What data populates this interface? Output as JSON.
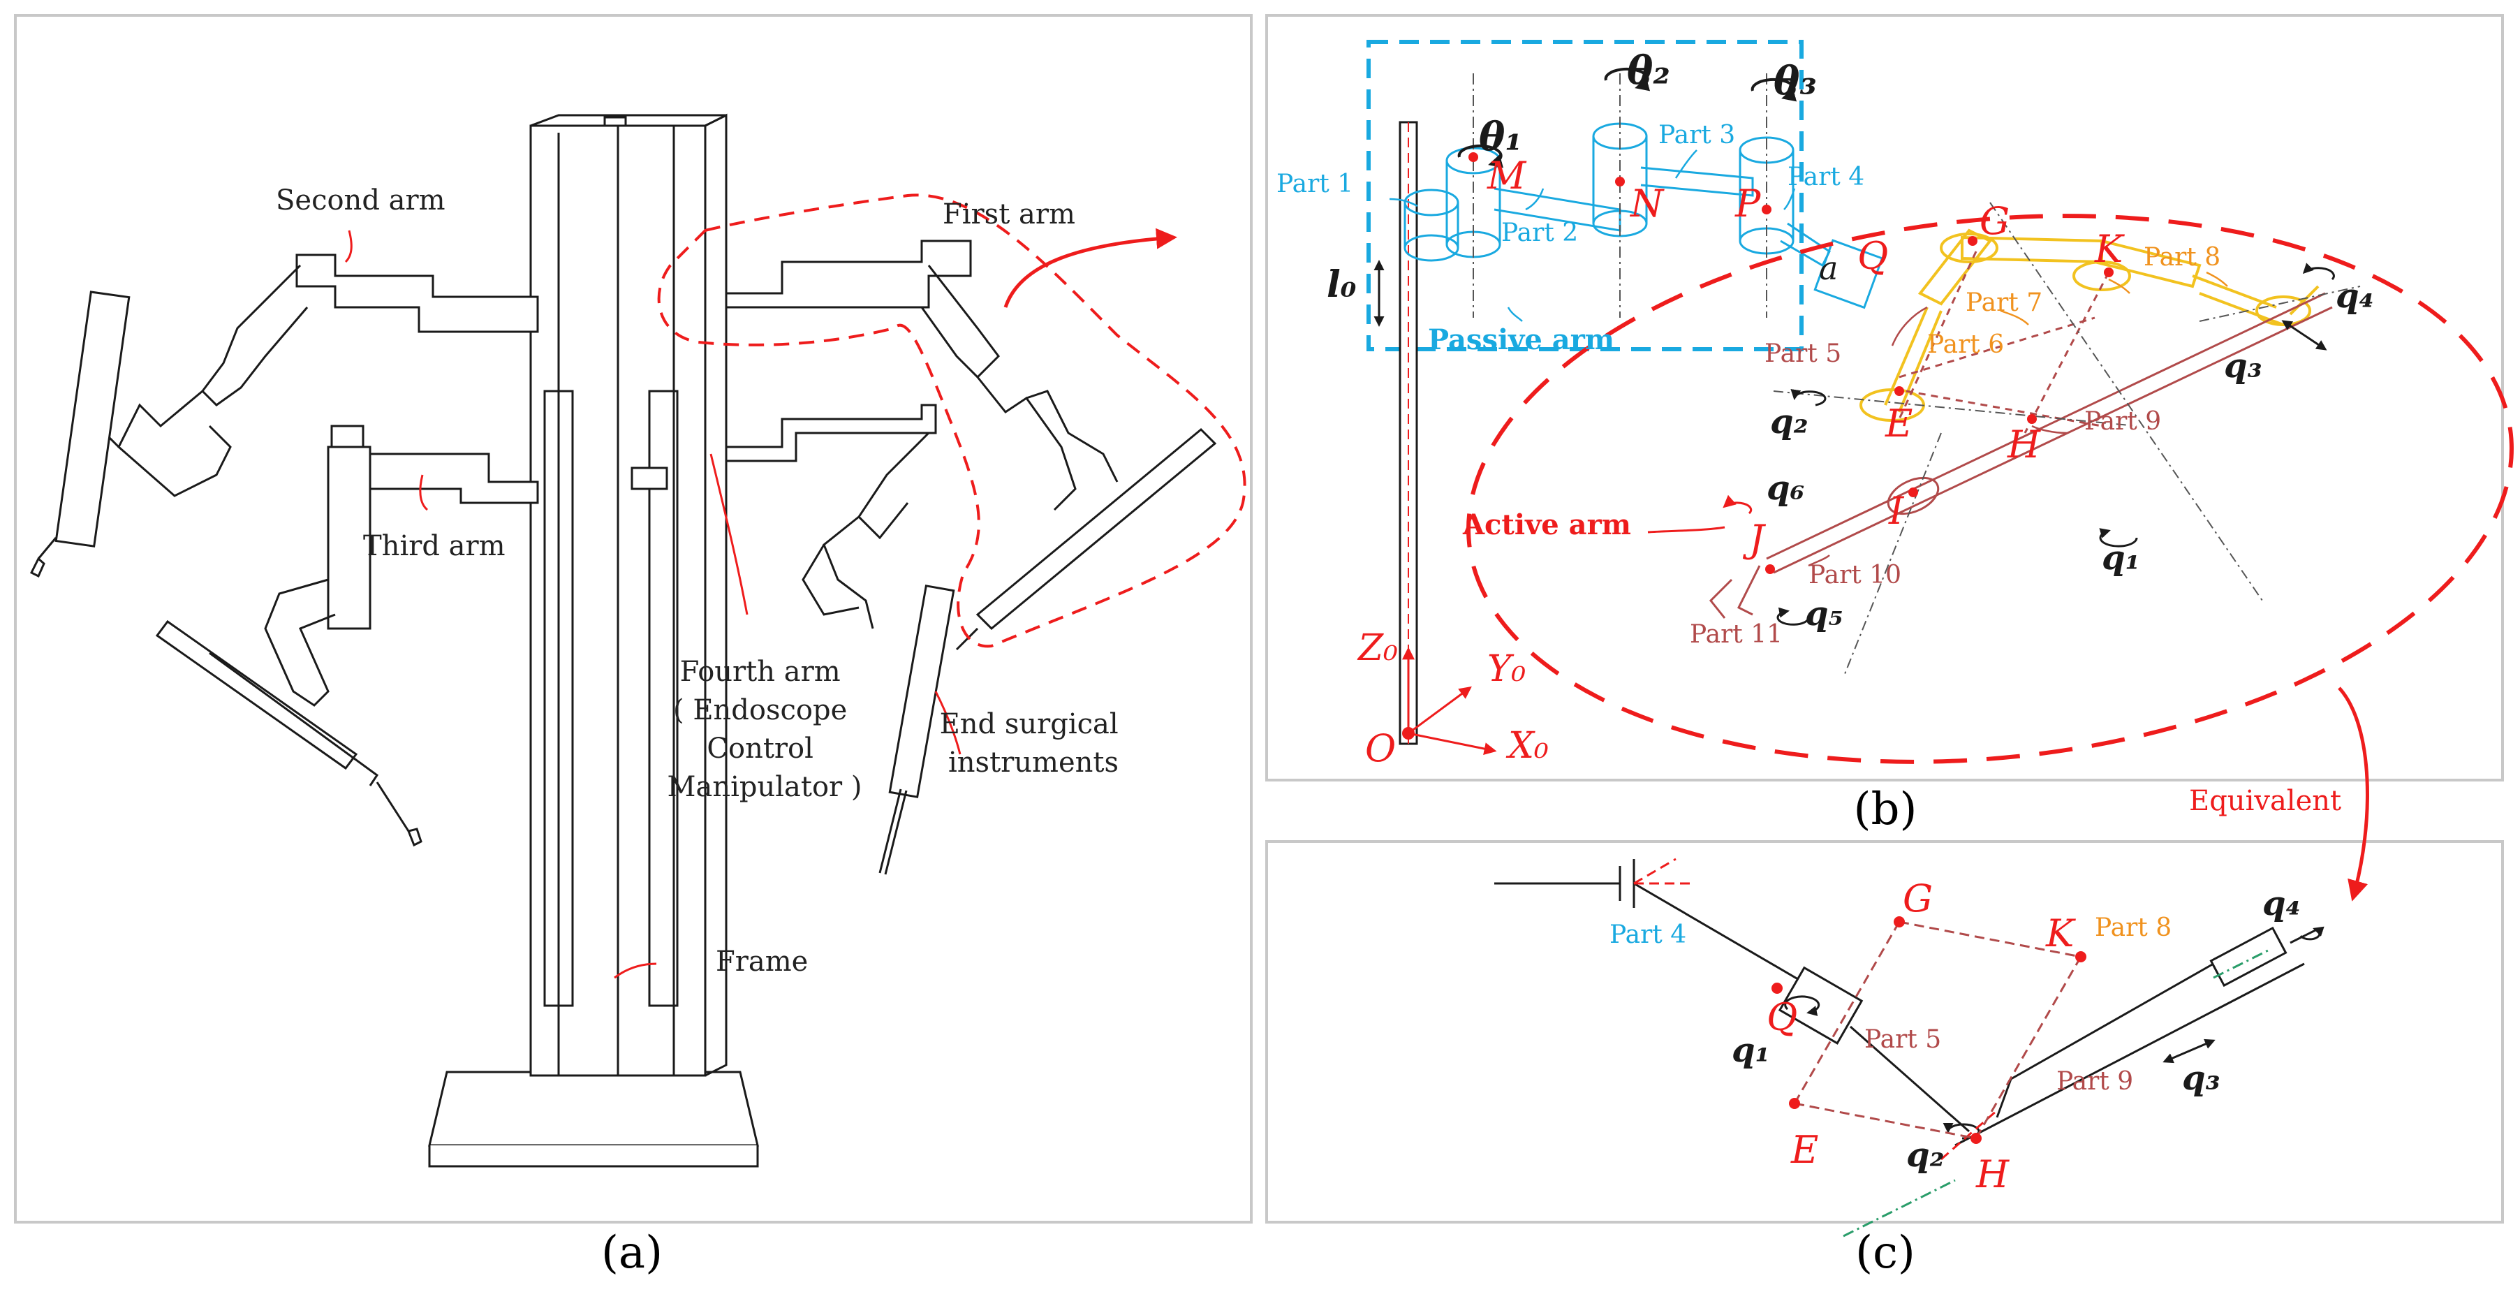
{
  "colors": {
    "black": "#1a1a1a",
    "red": "#ee1c1c",
    "cyan": "#19a9e0",
    "orange": "#f0921e",
    "yellow": "#f2c21f",
    "brown": "#b14a4a",
    "frame_grey": "#bfbfbf"
  },
  "panels": {
    "a": {
      "caption": "(a)"
    },
    "b": {
      "caption": "(b)"
    },
    "c": {
      "caption": "(c)"
    }
  },
  "equivalent_label": "Equivalent",
  "panel_a": {
    "second_arm": "Second arm",
    "first_arm": "First arm",
    "third_arm": "Third arm",
    "fourth_arm": [
      "Fourth arm",
      "( Endoscope",
      "Control",
      "Manipulator )"
    ],
    "end_instruments": [
      "End surgical",
      "instruments"
    ],
    "frame": "Frame"
  },
  "panel_b": {
    "theta1": "θ₁",
    "theta2": "θ₂",
    "theta3": "θ₃",
    "part1": "Part 1",
    "part2": "Part 2",
    "part3": "Part 3",
    "part4": "Part 4",
    "part5": "Part 5",
    "part6": "Part 6",
    "part7": "Part 7",
    "part8": "Part 8",
    "part9": "Part 9",
    "part10": "Part 10",
    "part11": "Part 11",
    "M": "M",
    "N": "N",
    "P": "P",
    "Q": "Q",
    "G": "G",
    "K": "K",
    "E": "E",
    "H": "H",
    "I": "I",
    "J": "J",
    "O": "O",
    "a": "a",
    "l0": "l₀",
    "passive_arm": "Passive arm",
    "active_arm": "Active arm",
    "q1": "q₁",
    "q2": "q₂",
    "q3": "q₃",
    "q4": "q₄",
    "q5": "q₅",
    "q6": "q₆",
    "Z0": "Z₀",
    "Y0": "Y₀",
    "X0": "X₀"
  },
  "panel_c": {
    "part4": "Part 4",
    "part5": "Part 5",
    "part8": "Part 8",
    "part9": "Part 9",
    "G": "G",
    "K": "K",
    "Q": "Q",
    "E": "E",
    "H": "H",
    "q1": "q₁",
    "q2": "q₂",
    "q3": "q₃",
    "q4": "q₄"
  }
}
